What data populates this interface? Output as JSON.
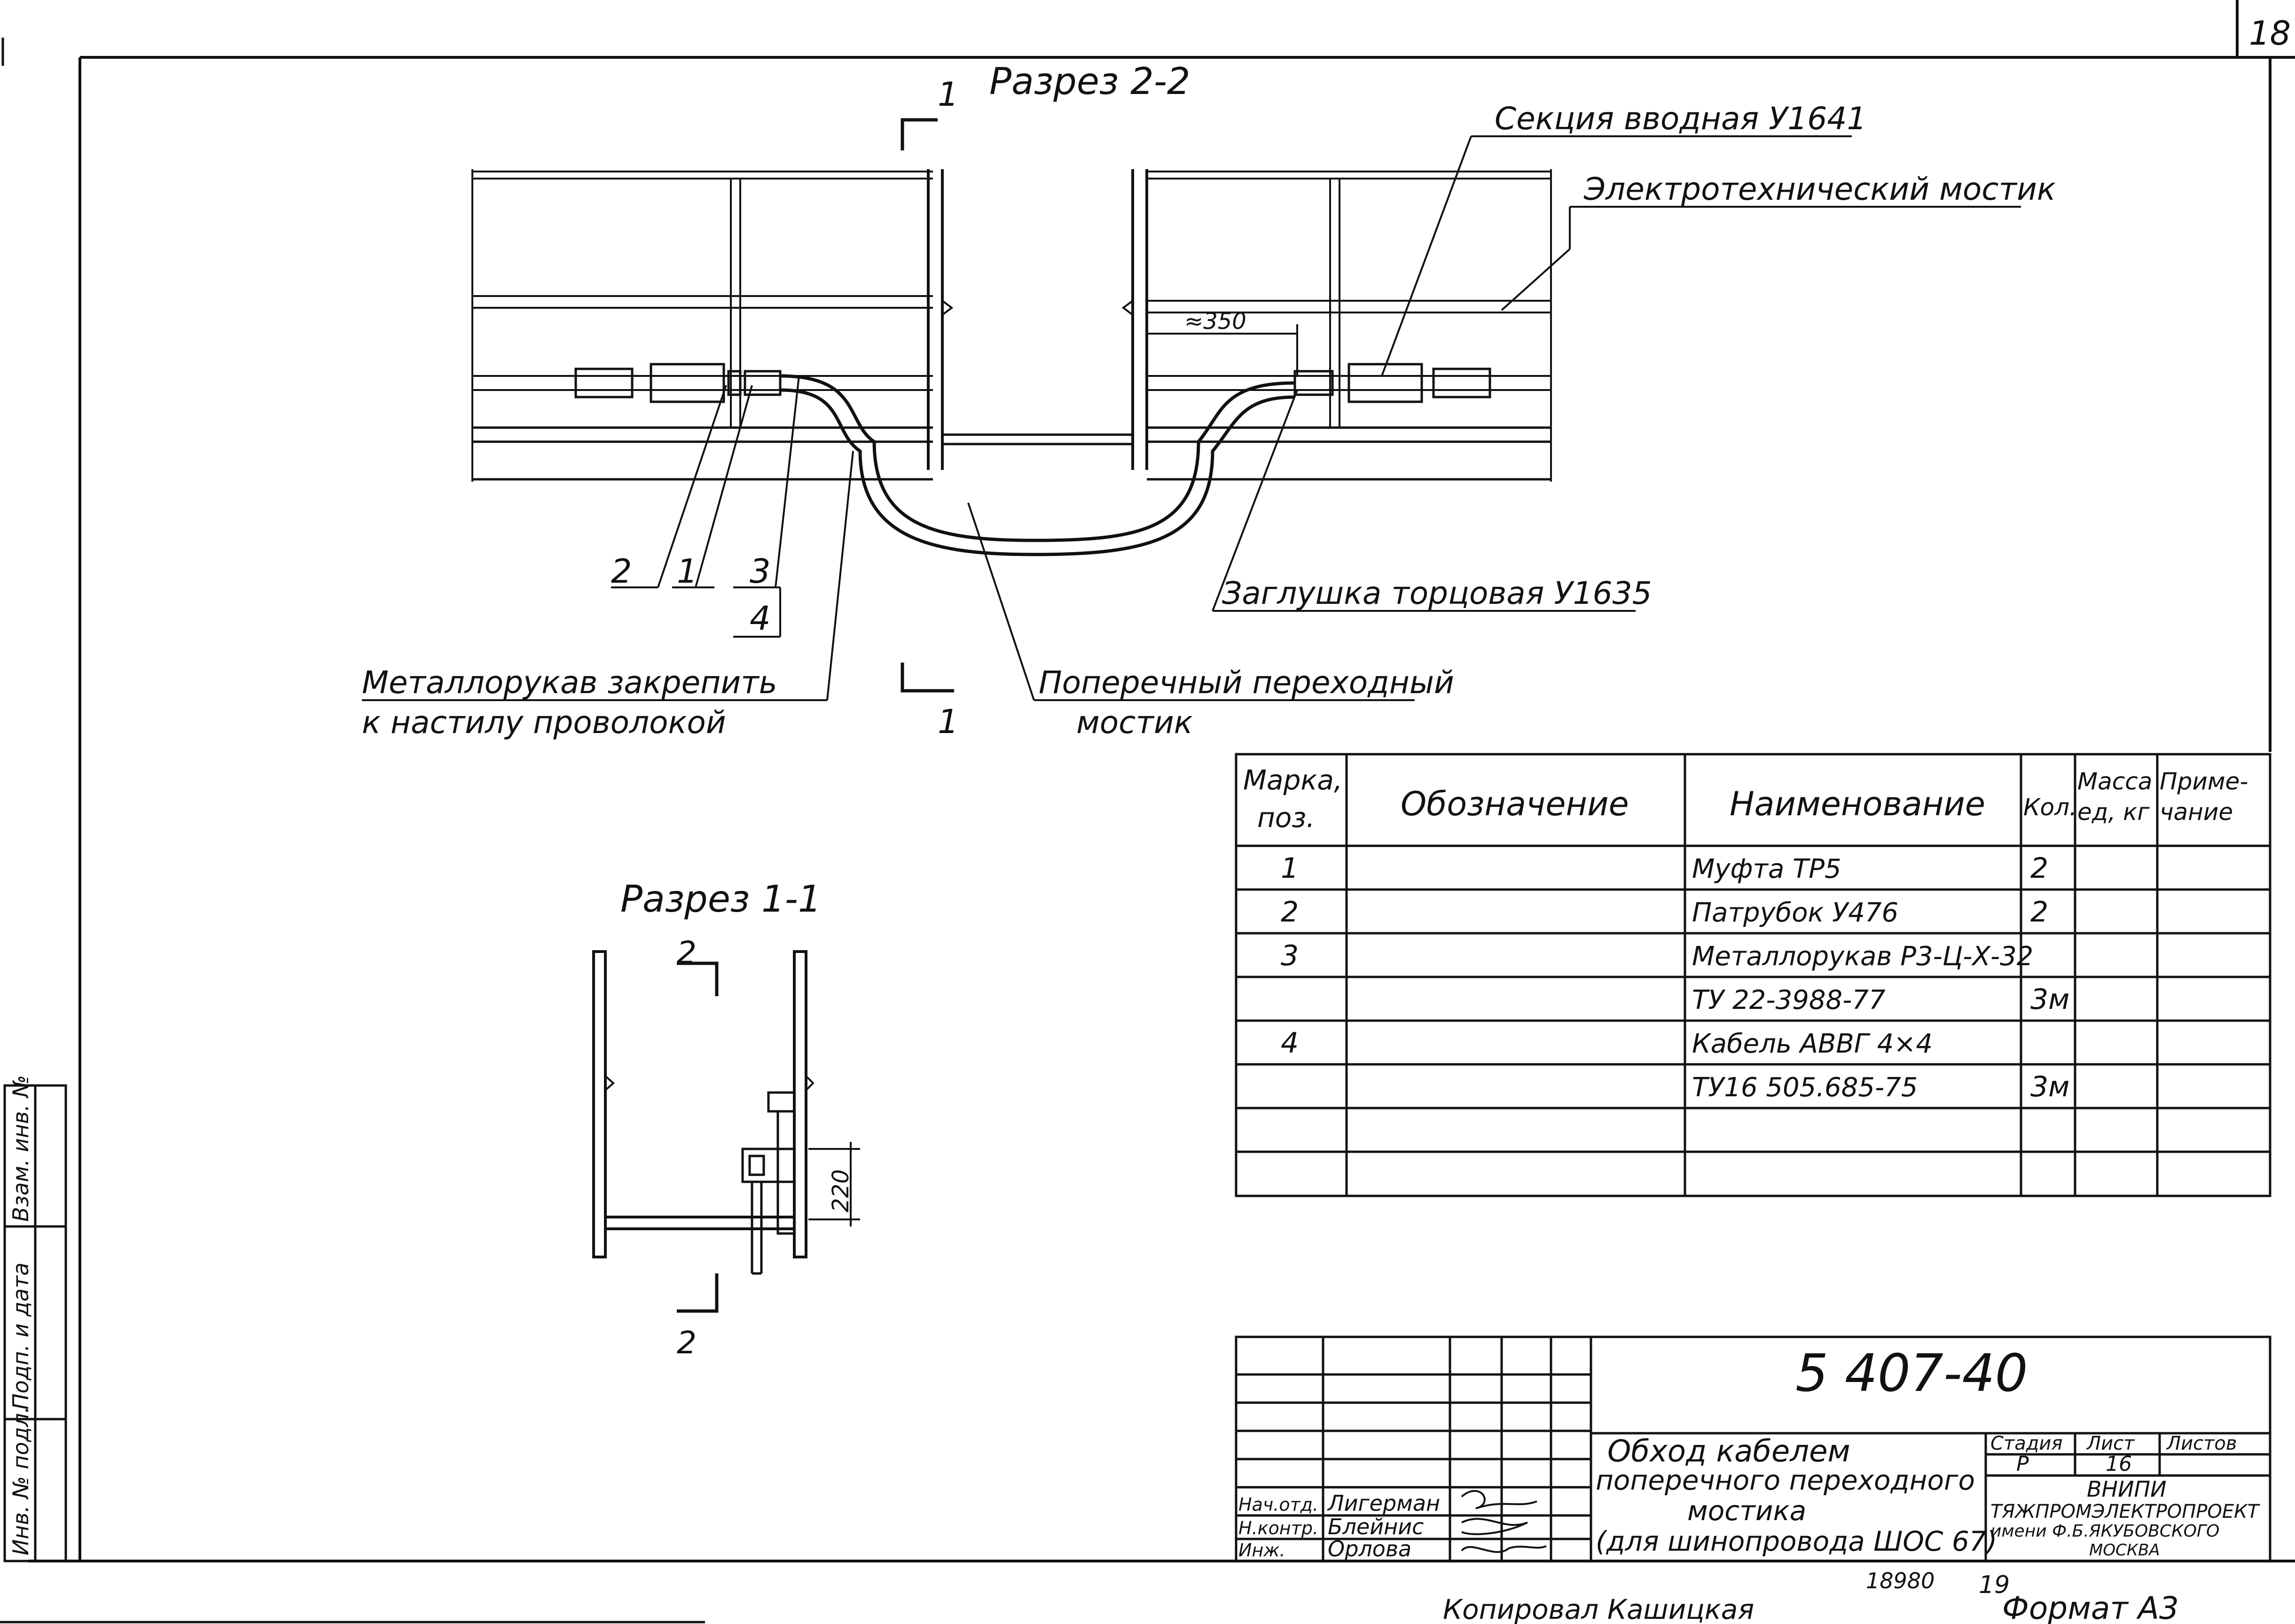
{
  "sheet": {
    "page_number": "18",
    "format": "Формат А3",
    "copied_by": "Копировал Кашицкая",
    "footer_numbers": [
      "18980",
      "19"
    ]
  },
  "section_2_2": {
    "title": "Разрез 2-2",
    "cut_mark": "1",
    "cut_mark_bottom": "1",
    "dimension": "≈350",
    "labels": {
      "entry_section": "Секция вводная У1641",
      "electrotech_bridge": "Электротехнический мостик",
      "end_cap": "Заглушка торцовая У1635",
      "hose_fix_line1": "Металлорукав закрепить",
      "hose_fix_line2": "к настилу проволокой",
      "cross_bridge_line1": "Поперечный переходный",
      "cross_bridge_line2": "мостик"
    },
    "callouts": [
      "2",
      "1",
      "3",
      "4"
    ]
  },
  "section_1_1": {
    "title": "Разрез 1-1",
    "cut_mark_top": "2",
    "cut_mark_bottom": "2",
    "dimension": "220"
  },
  "spec_table": {
    "headers": {
      "mark_line1": "Марка,",
      "mark_line2": "поз.",
      "designation": "Обозначение",
      "name": "Наименование",
      "qty": "Кол.",
      "mass_line1": "Масса",
      "mass_line2": "ед, кг",
      "note_line1": "Приме-",
      "note_line2": "чание"
    },
    "rows": [
      {
        "mark": "1",
        "designation": "",
        "name": "Муфта ТР5",
        "qty": "2",
        "mass": "",
        "note": ""
      },
      {
        "mark": "2",
        "designation": "",
        "name": "Патрубок У476",
        "qty": "2",
        "mass": "",
        "note": ""
      },
      {
        "mark": "3",
        "designation": "",
        "name": "Металлорукав Р3-Ц-Х-32",
        "qty": "",
        "mass": "",
        "note": ""
      },
      {
        "mark": "",
        "designation": "",
        "name": "ТУ 22-3988-77",
        "qty": "3м",
        "mass": "",
        "note": ""
      },
      {
        "mark": "4",
        "designation": "",
        "name": "Кабель АВВГ 4×4",
        "qty": "",
        "mass": "",
        "note": ""
      },
      {
        "mark": "",
        "designation": "",
        "name": "ТУ16 505.685-75",
        "qty": "3м",
        "mass": "",
        "note": ""
      },
      {
        "mark": "",
        "designation": "",
        "name": "",
        "qty": "",
        "mass": "",
        "note": ""
      },
      {
        "mark": "",
        "designation": "",
        "name": "",
        "qty": "",
        "mass": "",
        "note": ""
      }
    ]
  },
  "title_block": {
    "doc_number": "5 407-40",
    "title_lines": [
      "Обход кабелем",
      "поперечного переходного",
      "мостика",
      "(для шинопровода ШОС 67)"
    ],
    "stage_label": "Стадия",
    "sheet_label": "Лист",
    "sheets_label": "Листов",
    "stage": "Р",
    "sheet": "16",
    "sheets": "",
    "org_lines": [
      "ВНИПИ",
      "ТЯЖПРОМЭЛЕКТРОПРОЕКТ",
      "имени Ф.Б.ЯКУБОВСКОГО",
      "МОСКВА"
    ],
    "signatures": [
      {
        "role": "Нач.отд.",
        "name": "Лигерман"
      },
      {
        "role": "Н.контр.",
        "name": "Блейнис"
      },
      {
        "role": "Инж.",
        "name": "Орлова"
      }
    ]
  },
  "side_stamp": [
    "Инв. № подл.",
    "Подп. и дата",
    "Взам. инв. №"
  ]
}
